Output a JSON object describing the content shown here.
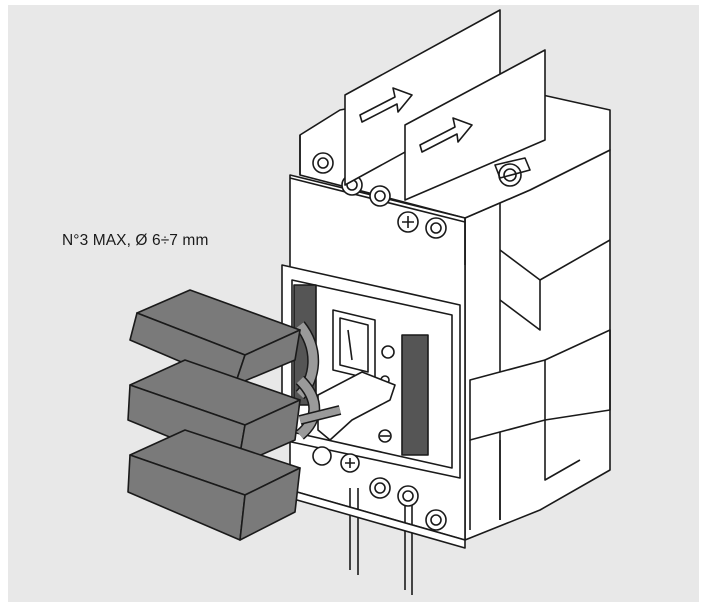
{
  "caption": {
    "text": "N°3 MAX, Ø 6÷7 mm"
  },
  "colors": {
    "background_panel": "#e8e8e8",
    "line": "#1a1a1a",
    "device_body": "#ffffff",
    "ferrite_core": "#7a7a7a",
    "cable": "#9a9a9a",
    "vent_grille": "#555555"
  },
  "figure": {
    "subject": "molded-case circuit breaker with phase separator barriers and ferrite cores on cables",
    "ferrite_core_count": 3,
    "barrier_count": 2
  }
}
